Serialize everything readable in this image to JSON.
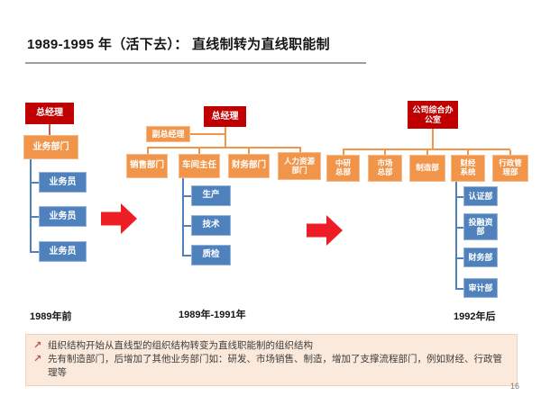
{
  "title": "1989-1995 年（活下去）： 直线制转为直线职能制",
  "colors": {
    "accent_red": "#C00000",
    "accent_orange": "#F0954A",
    "accent_blue": "#4F81BD",
    "arrow_red": "#EE1C25",
    "note_bg": "#FBE9DB",
    "note_border": "#F0D3BC",
    "bullet_red": "#C0504D"
  },
  "charts": [
    {
      "era_label": "1989年前",
      "root": "总经理",
      "dept": "业务部门",
      "staff": [
        "业务员",
        "业务员",
        "业务员"
      ]
    },
    {
      "era_label": "1989年-1991年",
      "root": "总经理",
      "deputy": "副总经理",
      "departments": [
        "销售部门",
        "车间主任",
        "财务部门",
        "人力资源\n部门"
      ],
      "workshop_children": [
        "生产",
        "技术",
        "质检"
      ]
    },
    {
      "era_label": "1992年后",
      "root": "公司综合办\n公室",
      "departments": [
        "中研\n总部",
        "市场\n总部",
        "制造部",
        "财经\n系统",
        "行政管\n理部"
      ],
      "finance_children": [
        "认证部",
        "投融资\n部",
        "财务部",
        "审计部"
      ]
    }
  ],
  "notes_panel": {
    "bullet_icon": "↗",
    "items": [
      "组织结构开始从直线型的组织结构转变为直线职能制的组织结构",
      "先有制造部门，后增加了其他业务部门如：研发、市场销售、制造，增加了支撑流程部门，例如财经、行政管理等"
    ]
  },
  "page_number": "16"
}
